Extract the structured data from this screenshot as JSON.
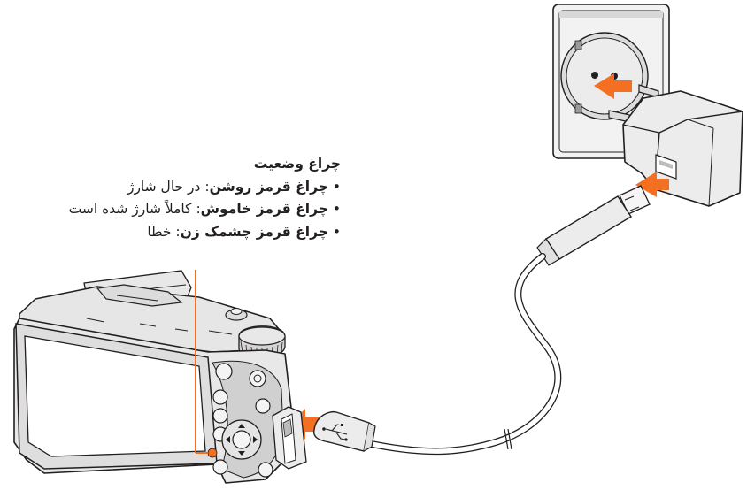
{
  "status": {
    "title": "چراغ وضعیت",
    "bullet": "•",
    "items": [
      {
        "name": "چراغ قرمز روشن",
        "desc": "در حال شارژ"
      },
      {
        "name": "چراغ قرمز خاموش",
        "desc": "کاملاً شارژ شده است"
      },
      {
        "name": "چراغ قرمز چشمک زن",
        "desc": "خطا"
      }
    ]
  },
  "colors": {
    "arrow": "#f36f21",
    "line": "#231f20",
    "indicator": "#f36f21",
    "panel": "#e4e4e4"
  }
}
